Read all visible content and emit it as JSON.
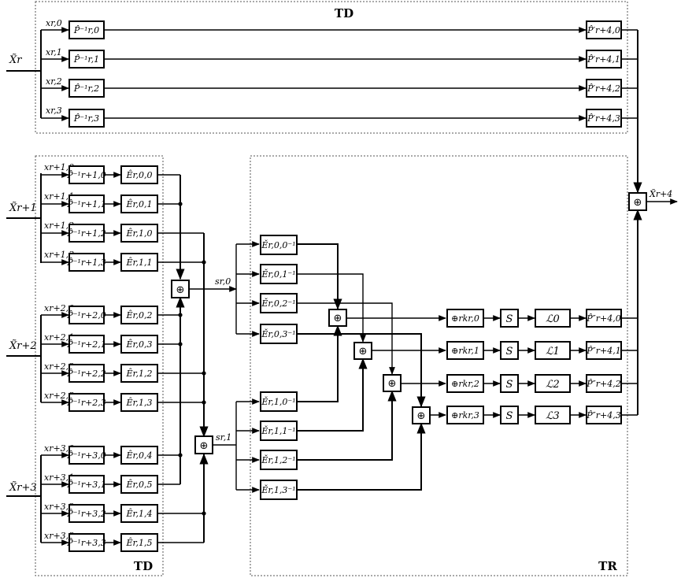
{
  "regions": {
    "td_top": "TD",
    "td_bottom": "TD",
    "tr": "TR"
  },
  "inputs": {
    "r0": "X̃r",
    "r1": "X̃r+1",
    "r2": "X̃r+2",
    "r3": "X̃r+3"
  },
  "output": "X̃r+4",
  "top_rows": [
    {
      "x": "xr,0",
      "p": "P̂⁻¹r,0",
      "pp": "P̂′r+4,0"
    },
    {
      "x": "xr,1",
      "p": "P̂⁻¹r,1",
      "pp": "P̂′r+4,1"
    },
    {
      "x": "xr,2",
      "p": "P̂⁻¹r,2",
      "pp": "P̂′r+4,2"
    },
    {
      "x": "xr,3",
      "p": "P̂⁻¹r,3",
      "pp": "P̂′r+4,3"
    }
  ],
  "rows": [
    {
      "x": "xr+1,0",
      "p": "P̂⁻¹r+1,0",
      "e": "Êr,0,0"
    },
    {
      "x": "xr+1,1",
      "p": "P̂⁻¹r+1,1",
      "e": "Êr,0,1"
    },
    {
      "x": "xr+1,2",
      "p": "P̂⁻¹r+1,2",
      "e": "Êr,1,0"
    },
    {
      "x": "xr+1,3",
      "p": "P̂⁻¹r+1,3",
      "e": "Êr,1,1"
    },
    {
      "x": "xr+2,0",
      "p": "P̂⁻¹r+2,0",
      "e": "Êr,0,2"
    },
    {
      "x": "xr+2,1",
      "p": "P̂⁻¹r+2,1",
      "e": "Êr,0,3"
    },
    {
      "x": "xr+2,2",
      "p": "P̂⁻¹r+2,2",
      "e": "Êr,1,2"
    },
    {
      "x": "xr+2,3",
      "p": "P̂⁻¹r+2,3",
      "e": "Êr,1,3"
    },
    {
      "x": "xr+3,0",
      "p": "P̂⁻¹r+3,0",
      "e": "Êr,0,4"
    },
    {
      "x": "xr+3,1",
      "p": "P̂⁻¹r+3,1",
      "e": "Êr,0,5"
    },
    {
      "x": "xr+3,2",
      "p": "P̂⁻¹r+3,2",
      "e": "Êr,1,4"
    },
    {
      "x": "xr+3,3",
      "p": "P̂⁻¹r+3,3",
      "e": "Êr,1,5"
    }
  ],
  "s_labels": [
    "sr,0",
    "sr,1"
  ],
  "xor_symbol": "⊕",
  "einv": [
    "Ěr,0,0⁻¹",
    "Ěr,0,1⁻¹",
    "Ěr,0,2⁻¹",
    "Ěr,0,3⁻¹",
    "Ěr,1,0⁻¹",
    "Ěr,1,1⁻¹",
    "Ěr,1,2⁻¹",
    "Ěr,1,3⁻¹"
  ],
  "lanes": [
    {
      "rk": "⊕rkr,0",
      "s": "S",
      "l": "ℒ0",
      "pp": "P̂″r+4,0"
    },
    {
      "rk": "⊕rkr,1",
      "s": "S",
      "l": "ℒ1",
      "pp": "P̂″r+4,1"
    },
    {
      "rk": "⊕rkr,2",
      "s": "S",
      "l": "ℒ2",
      "pp": "P̂″r+4,2"
    },
    {
      "rk": "⊕rkr,3",
      "s": "S",
      "l": "ℒ3",
      "pp": "P̂″r+4,3"
    }
  ]
}
